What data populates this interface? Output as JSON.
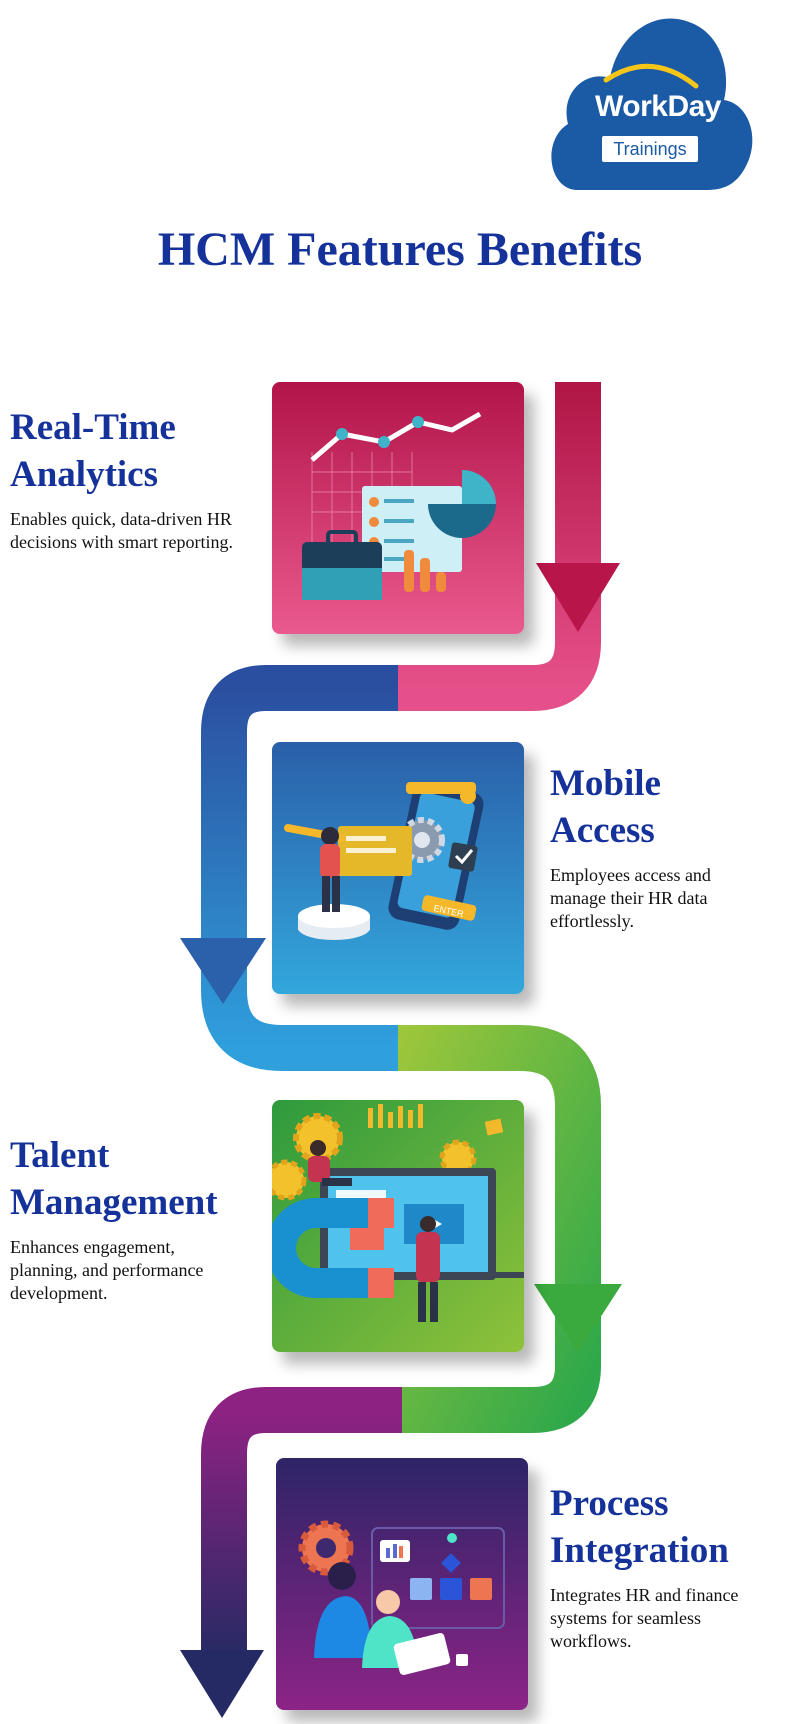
{
  "logo": {
    "brand": "WorkDay",
    "sub": "Trainings",
    "color": "#1b5aa4"
  },
  "title": "HCM Features Benefits",
  "features": [
    {
      "title_line1": "Real-Time",
      "title_line2": "Analytics",
      "desc": "Enables quick, data-driven HR decisions with smart reporting.",
      "color": "#c2185b"
    },
    {
      "title_line1": "Mobile",
      "title_line2": "Access",
      "desc": "Employees access and manage their HR data effortlessly.",
      "color": "#2196d8"
    },
    {
      "title_line1": "Talent",
      "title_line2": "Management",
      "desc": "Enhances engagement, planning, and performance development.",
      "color": "#4caf2c"
    },
    {
      "title_line1": "Process",
      "title_line2": "Integration",
      "desc": "Integrates HR and finance systems for seamless workflows.",
      "color": "#2d2466"
    }
  ],
  "illustrations": {
    "enter_label": "ENTER"
  }
}
